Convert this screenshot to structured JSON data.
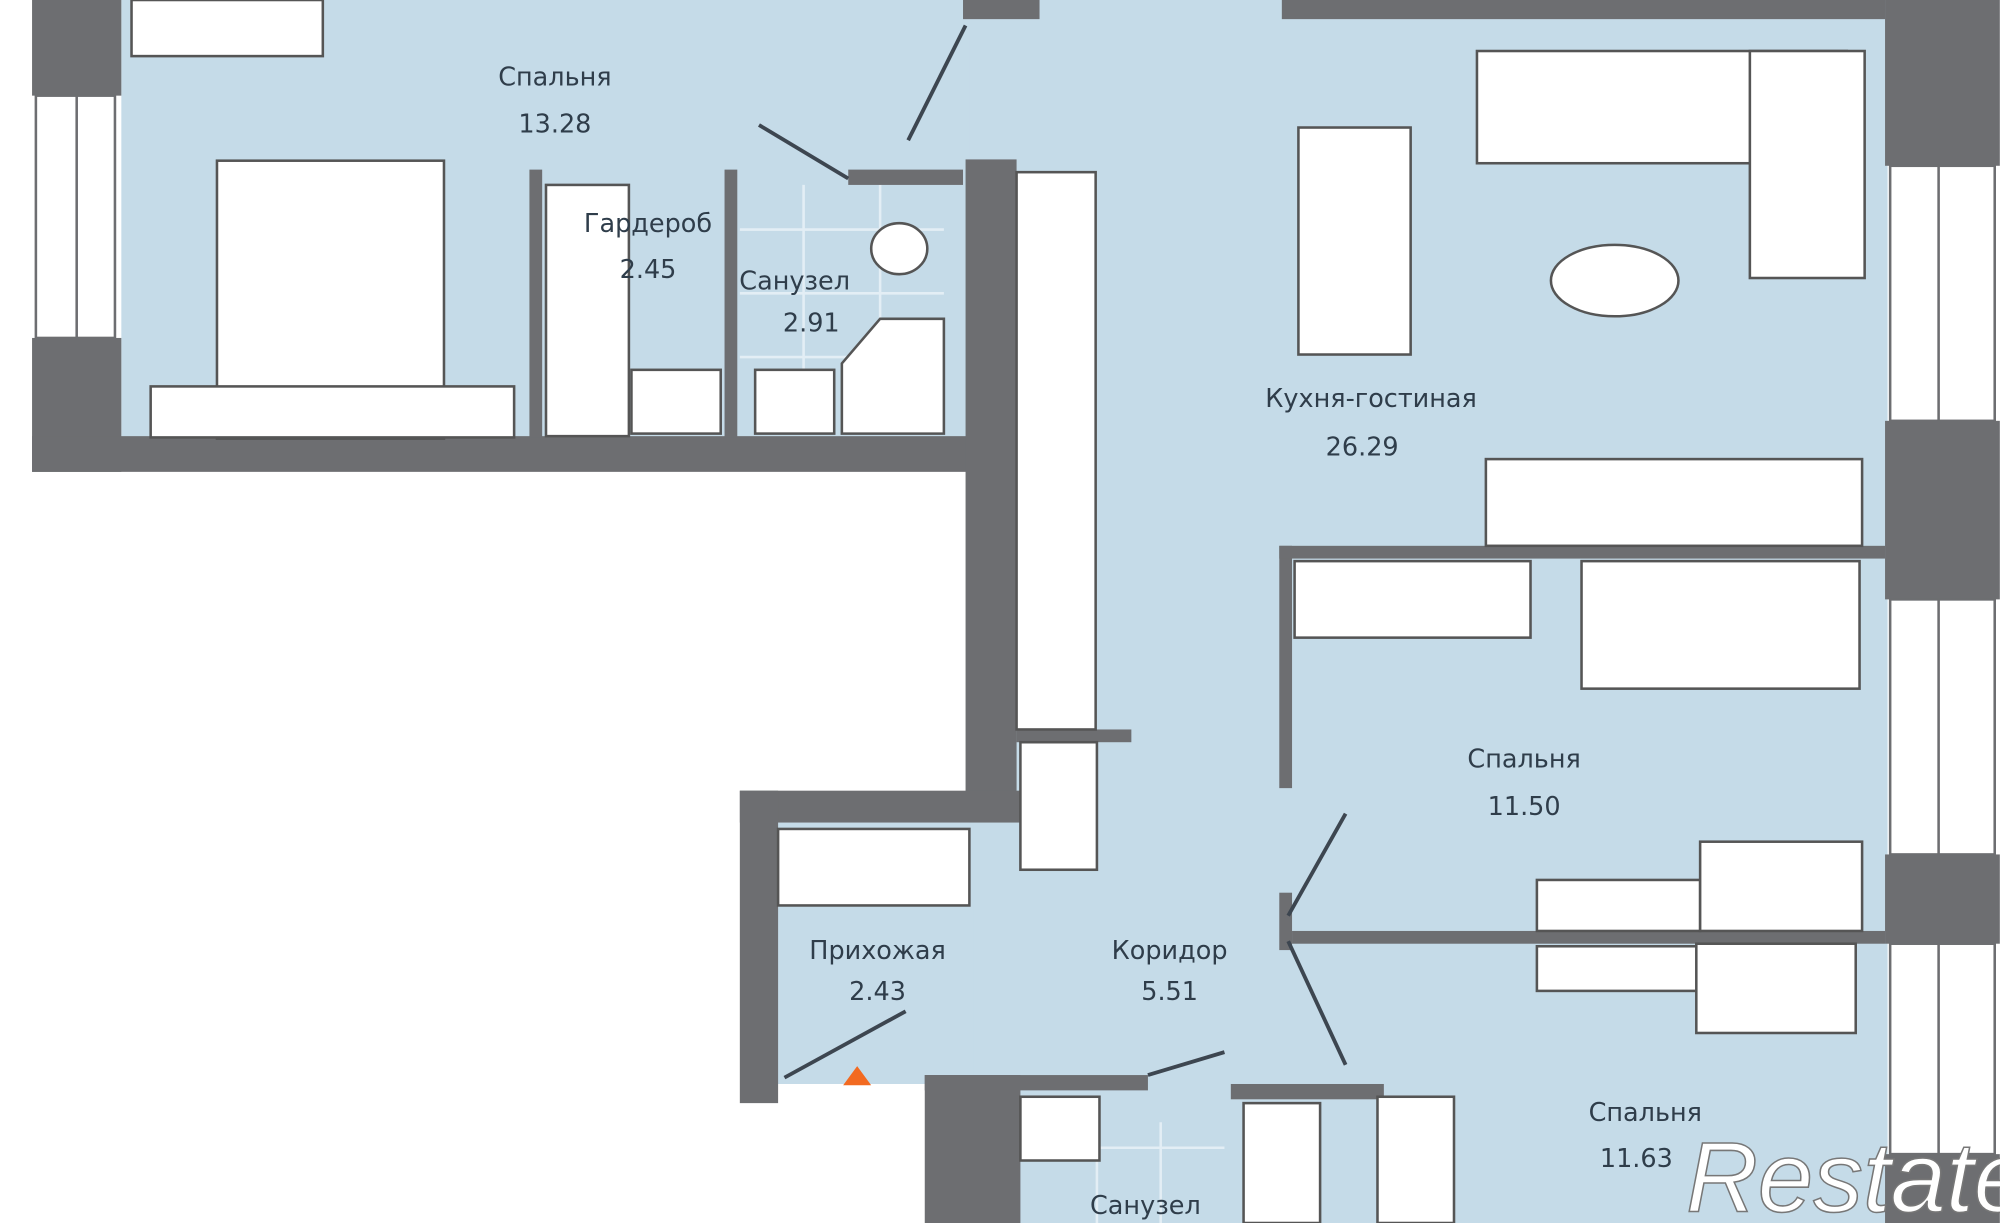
{
  "rooms": [
    {
      "name": "Спальня",
      "area": "13.28"
    },
    {
      "name": "Гардероб",
      "area": "2.45"
    },
    {
      "name": "Санузел",
      "area": "2.91"
    },
    {
      "name": "Кухня-гостиная",
      "area": "26.29"
    },
    {
      "name": "Спальня",
      "area": "11.50"
    },
    {
      "name": "Прихожая",
      "area": "2.43"
    },
    {
      "name": "Коридор",
      "area": "5.51"
    },
    {
      "name": "Спальня",
      "area": "11.63"
    },
    {
      "name": "Санузел"
    }
  ],
  "entrance_marker_color": "#f26a21",
  "floor_color": "#c5dbe8",
  "wall_color": "#6d6e71",
  "watermark": "Restate"
}
